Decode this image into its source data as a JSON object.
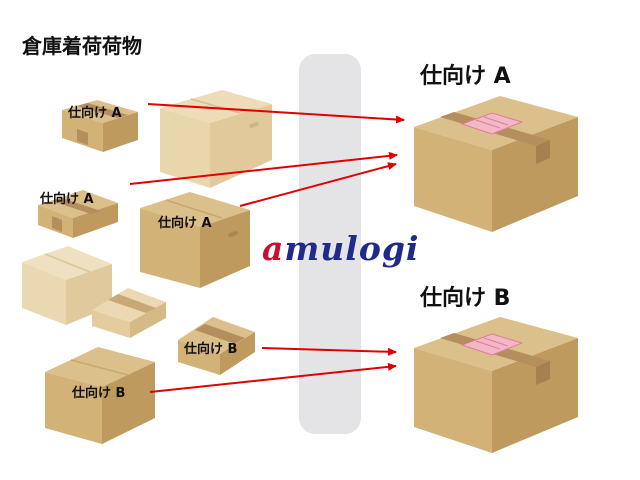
{
  "title": "倉庫着荷荷物",
  "destinations": {
    "a": "仕向け A",
    "b": "仕向け B"
  },
  "box_labels": {
    "box_1": "仕向け A",
    "box_2": "仕向け A",
    "box_3": "仕向け A",
    "box_4": "仕向け B",
    "box_5": "仕向け B"
  },
  "logo": {
    "first_letter": "a",
    "rest": "mulogi",
    "first_color": "#c8102e",
    "rest_color": "#1f2a8a"
  },
  "colors": {
    "arrow": "#e00000",
    "conveyor": "#e4e4e6",
    "box_top": "#e0c594",
    "box_front": "#d5b37a",
    "box_side": "#c09a5e",
    "tape": "#b48e5c",
    "label_pink": "#f2b8c6"
  }
}
